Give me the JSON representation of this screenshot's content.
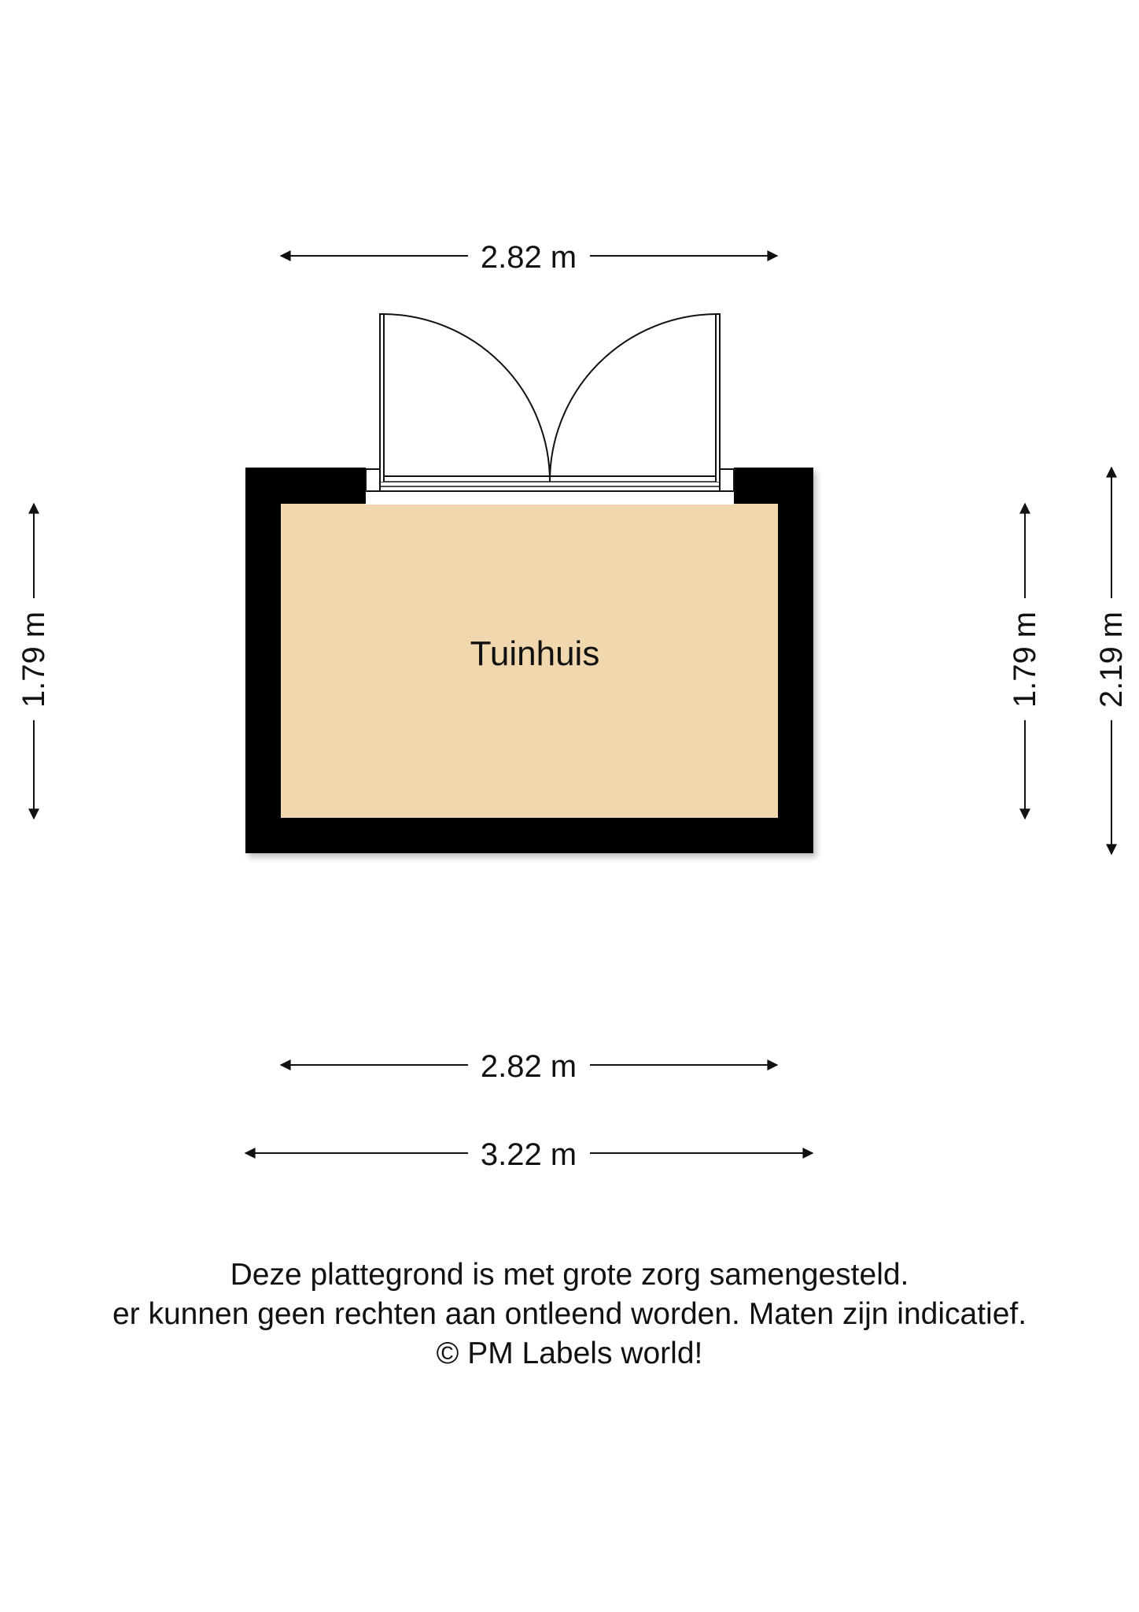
{
  "room": {
    "name": "Tuinhuis",
    "fill_color": "#f0d7ae",
    "wall_color": "#000000"
  },
  "dimensions": {
    "top_inner_width": "2.82 m",
    "bottom_inner_width": "2.82 m",
    "bottom_outer_width": "3.22 m",
    "left_inner_height": "1.79 m",
    "right_inner_height": "1.79 m",
    "right_outer_height": "2.19 m"
  },
  "disclaimer": {
    "line1": "Deze plattegrond is met grote zorg samengesteld.",
    "line2": "er kunnen geen rechten aan ontleend worden. Maten zijn indicatief.",
    "line3": "© PM Labels world!"
  }
}
